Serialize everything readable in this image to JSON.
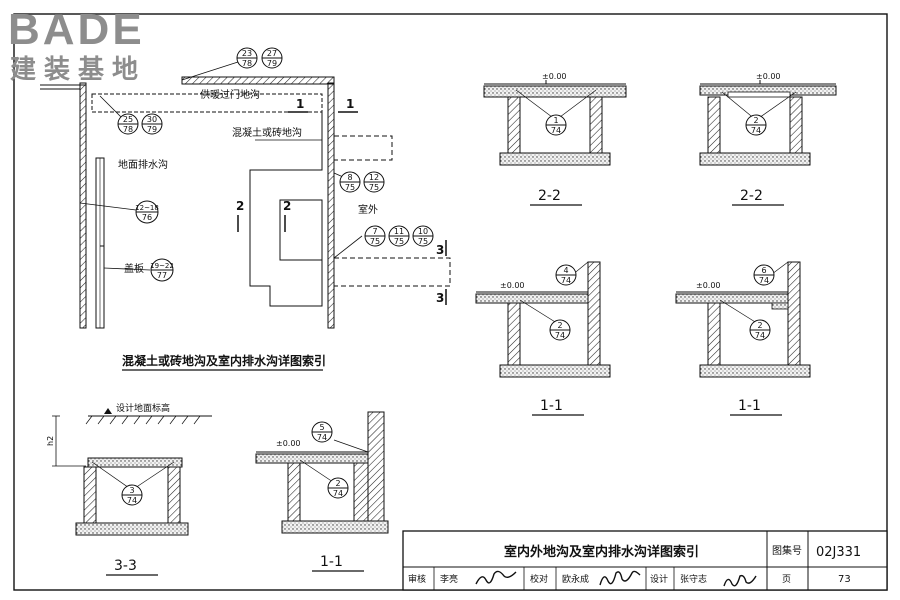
{
  "logo": {
    "brand": "BADE",
    "subtitle": "建装基地"
  },
  "plan": {
    "caption": "混凝土或砖地沟及室内排水沟详图索引",
    "labels": {
      "heating_trench": "供暖过门地沟",
      "concrete_trench": "混凝土或砖地沟",
      "floor_drain": "地面排水沟",
      "cover_plate": "盖板",
      "outdoor": "室外"
    },
    "section_marks": {
      "one": "1",
      "two": "2",
      "three": "3"
    },
    "refs": {
      "top_a": [
        "23",
        "78"
      ],
      "top_b": [
        "27",
        "79"
      ],
      "mid_a": [
        "25",
        "78"
      ],
      "mid_b": [
        "30",
        "79"
      ],
      "drain": [
        "12~18",
        "76"
      ],
      "cover": [
        "19~22",
        "77"
      ],
      "out_a": [
        "8",
        "75"
      ],
      "out_b": [
        "12",
        "75"
      ],
      "out_c": [
        "7",
        "75"
      ],
      "out_d": [
        "11",
        "75"
      ],
      "out_e": [
        "10",
        "75"
      ]
    }
  },
  "details": {
    "level": "±0.00",
    "design_ground": "设计地面标高",
    "h2": "h2",
    "d22a": {
      "title": "2-2",
      "ref": [
        "1",
        "74"
      ]
    },
    "d22b": {
      "title": "2-2",
      "ref": [
        "2",
        "74"
      ]
    },
    "d11a": {
      "title": "1-1",
      "ref_top": [
        "4",
        "74"
      ],
      "ref_in": [
        "2",
        "74"
      ]
    },
    "d11b": {
      "title": "1-1",
      "ref_top": [
        "6",
        "74"
      ],
      "ref_in": [
        "2",
        "74"
      ]
    },
    "d33": {
      "title": "3-3",
      "ref": [
        "3",
        "74"
      ]
    },
    "d11c": {
      "title": "1-1",
      "ref_top": [
        "5",
        "74"
      ],
      "ref_in": [
        "2",
        "74"
      ]
    }
  },
  "title_block": {
    "title": "室内外地沟及室内排水沟详图索引",
    "atlas_label": "图集号",
    "atlas_no": "02J331",
    "review_label": "审核",
    "reviewer": "李亮",
    "check_label": "校对",
    "checker": "欧永成",
    "design_label": "设计",
    "designer": "张守志",
    "page_label": "页",
    "page_no": "73"
  }
}
